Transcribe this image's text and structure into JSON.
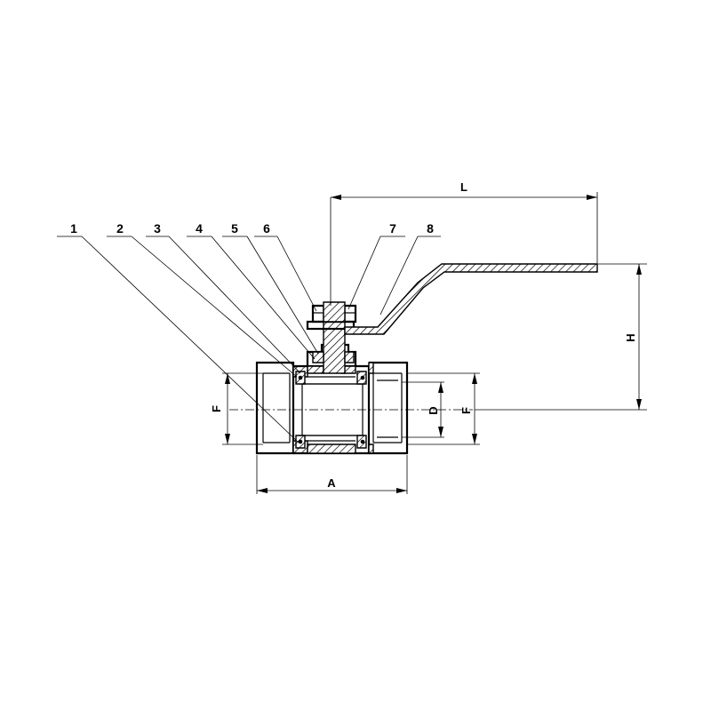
{
  "part_numbers": [
    "1",
    "2",
    "3",
    "4",
    "5",
    "6",
    "7",
    "8"
  ],
  "dimensions": {
    "L": "L",
    "H": "H",
    "A": "A",
    "D": "D",
    "F_left": "F",
    "F_right": "F"
  }
}
